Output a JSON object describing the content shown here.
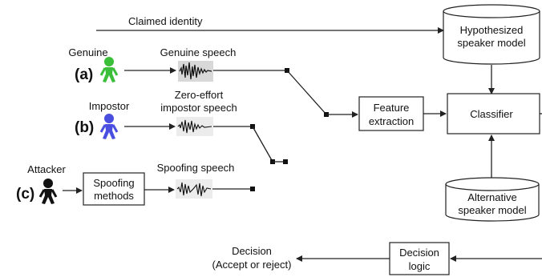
{
  "labels": {
    "claimed_identity": "Claimed identity",
    "hypothesized_model_line1": "Hypothesized",
    "hypothesized_model_line2": "speaker model",
    "alternative_model_line1": "Alternative",
    "alternative_model_line2": "speaker model",
    "classifier": "Classifier",
    "feature_line1": "Feature",
    "feature_line2": "extraction",
    "decision_logic_line1": "Decision",
    "decision_logic_line2": "logic",
    "decision_out_line1": "Decision",
    "decision_out_line2": "(Accept or reject)"
  },
  "paths": {
    "a": {
      "tag": "(a)",
      "actor": "Genuine",
      "speech_line1": "Genuine speech",
      "speech_line2": "",
      "actor_color": "#3bbf3b"
    },
    "b": {
      "tag": "(b)",
      "actor": "Impostor",
      "speech_line1": "Zero-effort",
      "speech_line2": "impostor speech",
      "actor_color": "#4a4fe0"
    },
    "c": {
      "tag": "(c)",
      "actor": "Attacker",
      "speech_line1": "Spoofing speech",
      "speech_line2": "",
      "actor_color": "#111111",
      "method_line1": "Spoofing",
      "method_line2": "methods"
    }
  },
  "icons": [
    "person-icon",
    "waveform-icon",
    "cylinder-icon",
    "switch-icon"
  ]
}
